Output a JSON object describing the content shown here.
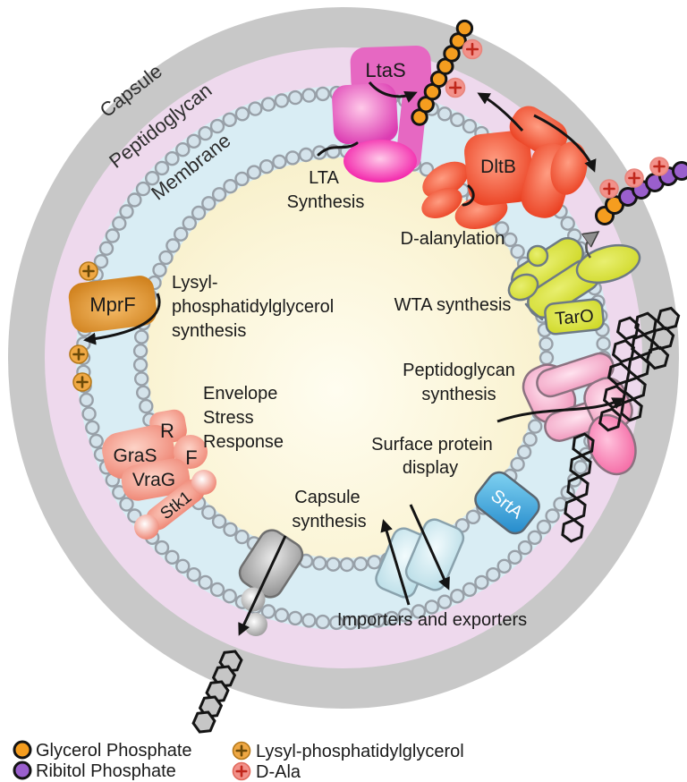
{
  "layers": {
    "capsule": "Capsule",
    "peptidoglycan": "Peptidoglycan",
    "membrane": "Membrane"
  },
  "proteins": {
    "ltas": "LtaS",
    "dltb": "DltB",
    "taro": "TarO",
    "mprf": "MprF",
    "gras": "GraS",
    "vrag": "VraG",
    "stk1": "Stk1",
    "srta": "SrtA",
    "sensor_r": "R",
    "sensor_f": "F"
  },
  "processes": {
    "lta_line1": "LTA",
    "lta_line2": "Synthesis",
    "dala": "D-alanylation",
    "wta": "WTA synthesis",
    "pg_line1": "Peptidoglycan",
    "pg_line2": "synthesis",
    "surface_line1": "Surface protein",
    "surface_line2": "display",
    "capsule_line1": "Capsule",
    "capsule_line2": "synthesis",
    "importers": "Importers and exporters",
    "lysyl_line1": "Lysyl-",
    "lysyl_line2": "phosphatidylglycerol",
    "lysyl_line3": "synthesis",
    "esr_line1": "Envelope",
    "esr_line2": "Stress",
    "esr_line3": "Response"
  },
  "legend": {
    "glycerol": "Glycerol Phosphate",
    "ribitol": "Ribitol Phosphate",
    "lysyl": "Lysyl-phosphatidylglycerol",
    "dala": "D-Ala"
  },
  "palette": {
    "capsule_gray": "#c8c8c8",
    "peptidoglycan_pink": "#eed9ed",
    "membrane_blue": "#d9edf4",
    "cytoplasm_yellow": "#f8f1c9",
    "bead_fill": "#d4e3eb",
    "bead_stroke": "#98a0a8",
    "ltas_pink": "#e668c2",
    "ltas_magenta": "#ec13a6",
    "dltb_red": "#ea3c1d",
    "taro_green": "#d8e03c",
    "mprf_orange": "#df8d2a",
    "esr_salmon": "#ef8570",
    "srta_blue": "#2196d4",
    "pg_pink": "#f19ec0",
    "transporter_cyan": "#cfeaf0",
    "exporter_gray": "#a8a8a8",
    "glycerol_orange": "#f59d1f",
    "ribitol_purple": "#9a5fcd",
    "dala_pink": "#f2918a",
    "dala_plus": "#c0271c",
    "lysyl_orange": "#efa844",
    "lysyl_plus": "#6b4a08",
    "hexagon_stroke": "#141414",
    "capsule_hex_fill": "#c6c6c6"
  }
}
